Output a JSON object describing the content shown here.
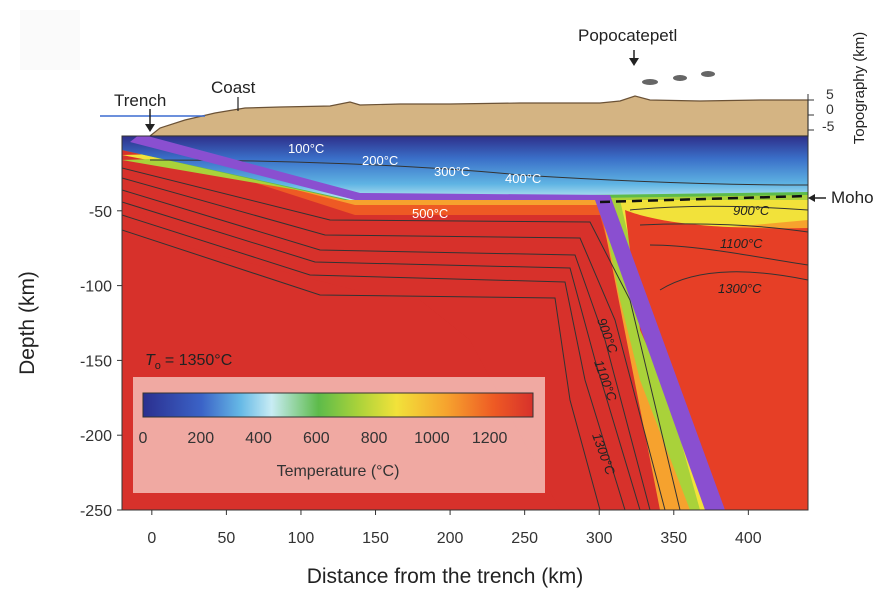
{
  "chart_data": {
    "type": "heatmap",
    "xlabel": "Distance from the trench (km)",
    "ylabel": "Depth (km)",
    "topo_label": "Topography (km)",
    "xlim": [
      -20,
      440
    ],
    "ylim": [
      -250,
      0
    ],
    "x_ticks": [
      0,
      50,
      100,
      150,
      200,
      250,
      300,
      350,
      400
    ],
    "y_ticks": [
      -50,
      -100,
      -150,
      -200,
      -250
    ],
    "topo_ticks": [
      "5",
      "0",
      "-5"
    ],
    "features": {
      "trench": "Trench",
      "coast": "Coast",
      "volcano": "Popocatepetl",
      "moho": "Moho"
    },
    "isotherm_labels": [
      "100°C",
      "200°C",
      "300°C",
      "400°C",
      "500°C",
      "900°C",
      "1100°C",
      "1300°C",
      "900°C",
      "1100°C",
      "1300°C"
    ],
    "mantle_temp": {
      "symbol": "T",
      "subscript": "o",
      "text": "= 1350°C"
    },
    "colorbar": {
      "label": "Temperature (°C)",
      "ticks": [
        "0",
        "200",
        "400",
        "600",
        "800",
        "1000",
        "1200"
      ],
      "range": [
        0,
        1350
      ],
      "colors": [
        "#2b2f8f",
        "#3b63c7",
        "#66b9e6",
        "#c8ecf4",
        "#5dbb4a",
        "#a9d23a",
        "#f2e23a",
        "#f6a22e",
        "#ee5a24",
        "#d7312b"
      ]
    }
  }
}
